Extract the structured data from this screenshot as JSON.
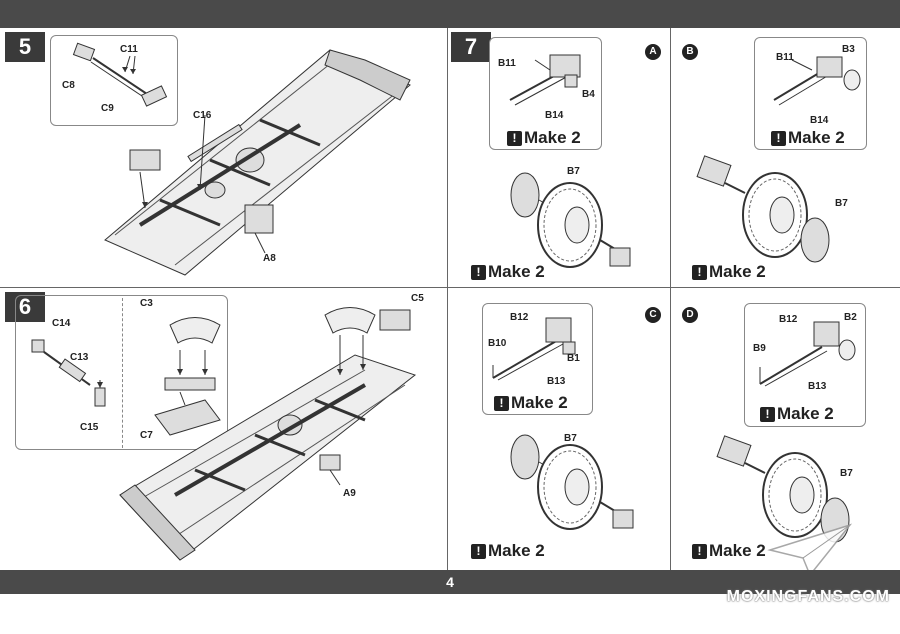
{
  "page_number": "4",
  "watermark": "MOXINGFANS.COM",
  "steps": {
    "step5": {
      "number": "5",
      "labels": {
        "c11": "C11",
        "c8": "C8",
        "c9": "C9",
        "c16": "C16",
        "a8": "A8"
      }
    },
    "step6": {
      "number": "6",
      "labels": {
        "c14": "C14",
        "c13": "C13",
        "c15": "C15",
        "c3": "C3",
        "c7": "C7",
        "c5": "C5",
        "a9": "A9"
      }
    },
    "step7": {
      "number": "7",
      "panels": {
        "a": {
          "letter": "A",
          "labels": {
            "b11": "B11",
            "b4": "B4",
            "b14": "B14",
            "b7": "B7"
          },
          "make_inset": "Make 2",
          "make_wheel": "Make 2"
        },
        "b": {
          "letter": "B",
          "labels": {
            "b11": "B11",
            "b3": "B3",
            "b14": "B14",
            "b7": "B7"
          },
          "make_inset": "Make 2",
          "make_wheel": "Make 2"
        },
        "c": {
          "letter": "C",
          "labels": {
            "b12": "B12",
            "b10": "B10",
            "b1": "B1",
            "b13": "B13",
            "b7": "B7"
          },
          "make_inset": "Make 2",
          "make_wheel": "Make 2"
        },
        "d": {
          "letter": "D",
          "labels": {
            "b12": "B12",
            "b2": "B2",
            "b9": "B9",
            "b13": "B13",
            "b7": "B7"
          },
          "make_inset": "Make 2",
          "make_wheel": "Make 2"
        }
      }
    }
  },
  "icons": {
    "make_icon": "exclamation-icon"
  },
  "colors": {
    "bar": "#4a4a4a",
    "ink": "#222222"
  }
}
